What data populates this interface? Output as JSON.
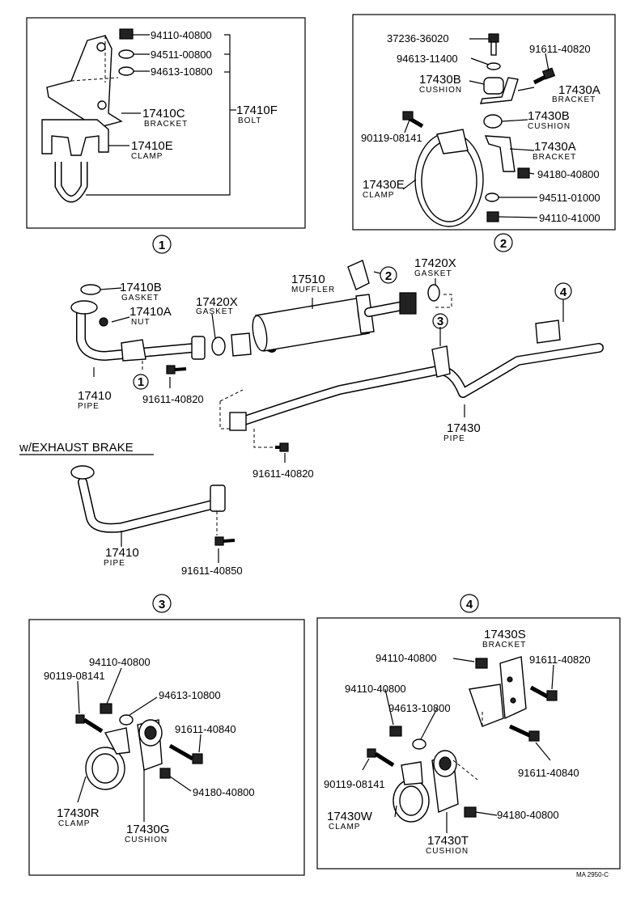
{
  "panel1": {
    "nut": "94110-40800",
    "lockwasher": "94511-00800",
    "washer": "94613-10800",
    "bracket_pn": "17410C",
    "bracket_sub": "BRACKET",
    "clamp_pn": "17410E",
    "clamp_sub": "CLAMP",
    "bolt_pn": "17410F",
    "bolt_sub": "BOLT",
    "ref": "1"
  },
  "panel2": {
    "bolt": "37236-36020",
    "washer": "94613-11400",
    "bolt2": "91611-40820",
    "cushion_pn": "17430B",
    "cushion_sub": "CUSHION",
    "bracket_pn": "17430A",
    "bracket_sub": "BRACKET",
    "bolt3": "90119-08141",
    "cushion2_pn": "17430B",
    "cushion2_sub": "CUSHION",
    "bracket2_pn": "17430A",
    "bracket2_sub": "BRACKET",
    "clamp_pn": "17430E",
    "clamp_sub": "CLAMP",
    "nut": "94180-40800",
    "lockwasher": "94511-01000",
    "nut2": "94110-41000",
    "ref": "2"
  },
  "main": {
    "gasket_pn": "17410B",
    "gasket_sub": "GASKET",
    "nut_pn": "17410A",
    "nut_sub": "NUT",
    "gasket2_pn": "17420X",
    "gasket2_sub": "GASKET",
    "muffler_pn": "17510",
    "muffler_sub": "MUFFLER",
    "gasket3_pn": "17420X",
    "gasket3_sub": "GASKET",
    "pipe_pn": "17410",
    "pipe_sub": "PIPE",
    "bolt": "91611-40820",
    "pipe2_pn": "17430",
    "pipe2_sub": "PIPE",
    "bolt2": "91611-40820",
    "ref1": "1",
    "ref2": "2",
    "ref3": "3",
    "ref4": "4"
  },
  "exhaust_brake": {
    "heading": "w/EXHAUST BRAKE",
    "pipe_pn": "17410",
    "pipe_sub": "PIPE",
    "bolt": "91611-40850"
  },
  "panel3": {
    "ref": "3",
    "nut": "94110-40800",
    "bolt": "90119-08141",
    "washer": "94613-10800",
    "bolt2": "91611-40840",
    "nut2": "94180-40800",
    "clamp_pn": "17430R",
    "clamp_sub": "CLAMP",
    "cushion_pn": "17430G",
    "cushion_sub": "CUSHION"
  },
  "panel4": {
    "ref": "4",
    "bracket_pn": "17430S",
    "bracket_sub": "BRACKET",
    "nut": "94110-40800",
    "bolt": "91611-40820",
    "nut2": "94110-40800",
    "washer": "94613-10800",
    "bolt2": "90119-08141",
    "bolt3": "91611-40840",
    "clamp_pn": "17430W",
    "clamp_sub": "CLAMP",
    "nut3": "94180-40800",
    "cushion_pn": "17430T",
    "cushion_sub": "CUSHION"
  },
  "footer": {
    "code": "MA 2950-C"
  }
}
